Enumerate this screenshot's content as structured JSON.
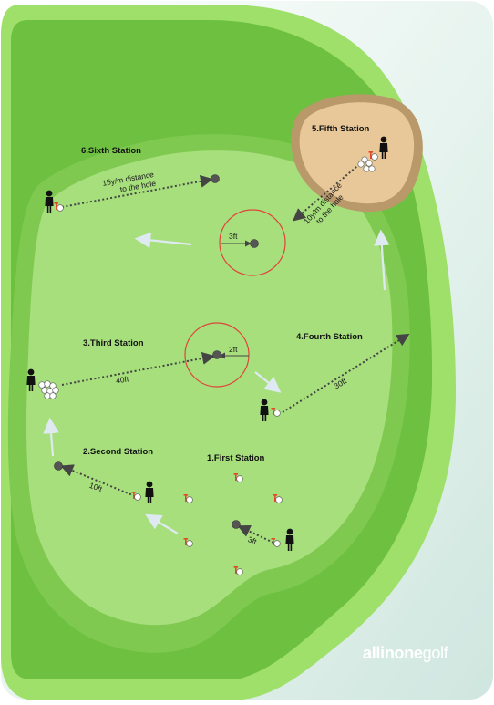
{
  "brand": {
    "bold": "allinone",
    "light": "golf"
  },
  "stations": {
    "first": "1.First Station",
    "second": "2.Second Station",
    "third": "3.Third Station",
    "fourth": "4.Fourth Station",
    "fifth": "5.Fifth Station",
    "sixth": "6.Sixth Station"
  },
  "distances": {
    "first": "3ft",
    "second": "10ft",
    "third": "40ft",
    "third_circle": "2ft",
    "fourth": "30ft",
    "fifth_line1": "10y/m distance",
    "fifth_line2": "to the hole",
    "sixth_line1": "15y/m distance",
    "sixth_line2": "to the hole",
    "top_circle": "3ft"
  },
  "colors": {
    "background": "#d7ebe4",
    "rough_outer": "#8fd560",
    "rough_mid": "#6cbf3e",
    "fairway": "#8ed160",
    "green_surface": "#a9e27e",
    "bunker": "#e7c797",
    "bunker_rim": "#b9976a",
    "target_circle": "#e0443a",
    "tee_red": "#e04a2b",
    "hole": "#555555"
  }
}
